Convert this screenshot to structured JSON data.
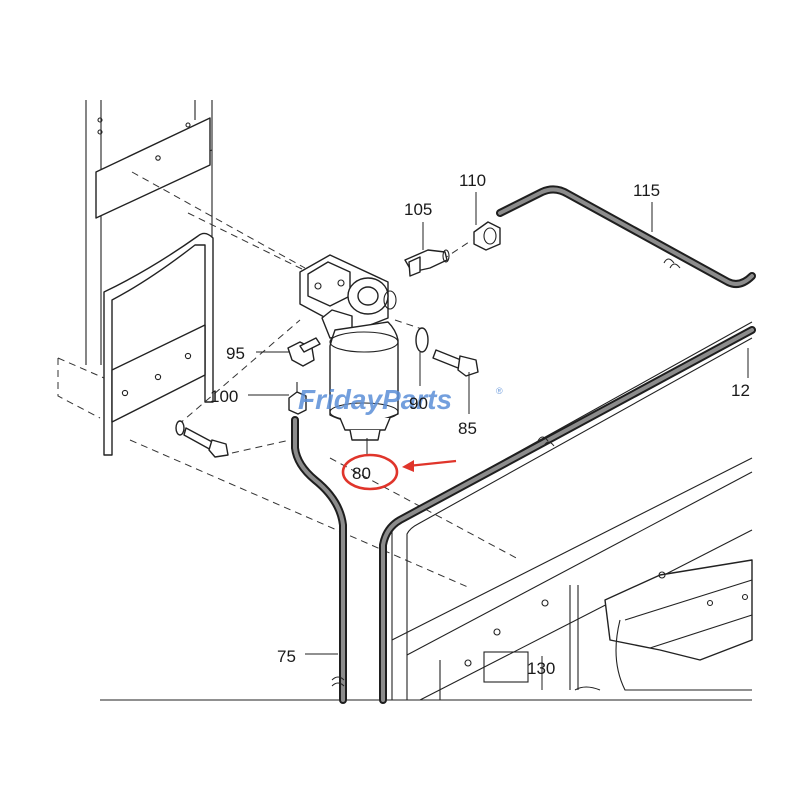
{
  "watermark": {
    "text": "FridayParts",
    "registered_mark": "®",
    "color": "#5b8fd8"
  },
  "callouts": [
    {
      "id": "c110",
      "label": "110"
    },
    {
      "id": "c115",
      "label": "115"
    },
    {
      "id": "c105",
      "label": "105"
    },
    {
      "id": "c95",
      "label": "95"
    },
    {
      "id": "c100",
      "label": "100"
    },
    {
      "id": "c90",
      "label": "90"
    },
    {
      "id": "c85",
      "label": "85"
    },
    {
      "id": "c12",
      "label": "12"
    },
    {
      "id": "c80",
      "label": "80",
      "highlighted": true
    },
    {
      "id": "c75",
      "label": "75"
    },
    {
      "id": "c130",
      "label": "130"
    }
  ],
  "highlight": {
    "target": "80",
    "color": "#e0352b"
  }
}
